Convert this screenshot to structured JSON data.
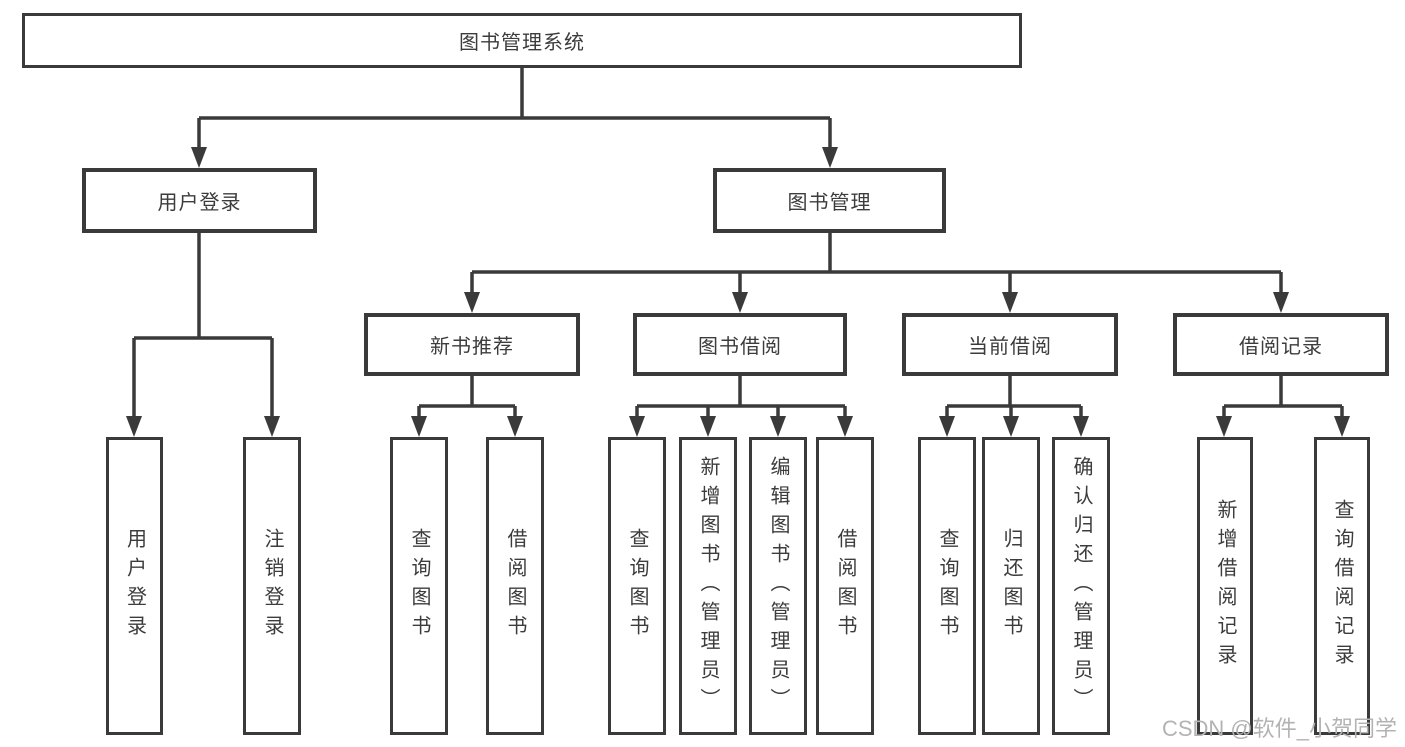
{
  "tree": {
    "label": "图书管理系统",
    "children": [
      {
        "label": "用户登录",
        "children": [
          {
            "label": "用户登录"
          },
          {
            "label": "注销登录"
          }
        ]
      },
      {
        "label": "图书管理",
        "children": [
          {
            "label": "新书推荐",
            "children": [
              {
                "label": "查询图书"
              },
              {
                "label": "借阅图书"
              }
            ]
          },
          {
            "label": "图书借阅",
            "children": [
              {
                "label": "查询图书"
              },
              {
                "label": "新增图书（管理员）"
              },
              {
                "label": "编辑图书（管理员）"
              },
              {
                "label": "借阅图书"
              }
            ]
          },
          {
            "label": "当前借阅",
            "children": [
              {
                "label": "查询图书"
              },
              {
                "label": "归还图书"
              },
              {
                "label": "确认归还（管理员）"
              }
            ]
          },
          {
            "label": "借阅记录",
            "children": [
              {
                "label": "新增借阅记录"
              },
              {
                "label": "查询借阅记录"
              }
            ]
          }
        ]
      }
    ]
  },
  "watermark": "CSDN @软件_小贺同学",
  "colors": {
    "line": "#3a3a3a",
    "text": "#3c3c3c",
    "box_background": "#ffffff",
    "watermark": "#b3b3b3"
  }
}
